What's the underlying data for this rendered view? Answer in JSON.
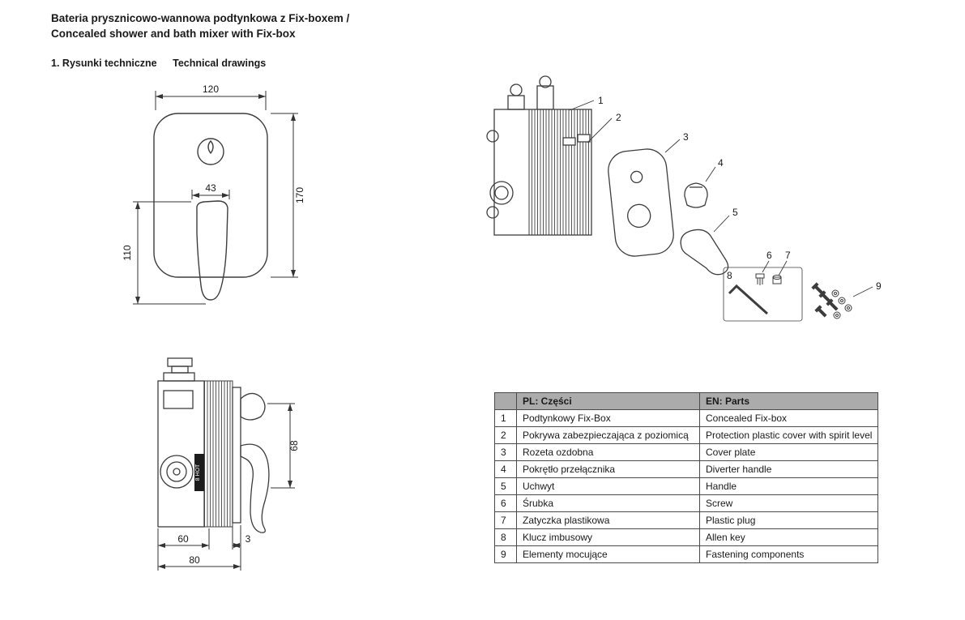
{
  "document": {
    "title_pl": "Bateria prysznicowo-wannowa podtynkowa z Fix-boxem /",
    "title_en": "Concealed shower and bath mixer with Fix-box",
    "section_no": "1.",
    "section_pl": "Rysunki techniczne",
    "section_en": "Technical drawings"
  },
  "front_view": {
    "dim_top": "120",
    "dim_right": "170",
    "dim_handle_width": "43",
    "dim_handle_length": "110"
  },
  "side_view": {
    "dim_height": "68",
    "dim_body_depth": "60",
    "dim_plate_thickness": "3",
    "dim_total_depth": "80",
    "hot_label": "8 HOT"
  },
  "exploded_view": {
    "callouts": [
      "1",
      "2",
      "3",
      "4",
      "5",
      "6",
      "7",
      "8",
      "9"
    ]
  },
  "parts_table": {
    "header_no": "",
    "header_pl": "PL: Części",
    "header_en": "EN: Parts",
    "rows": [
      {
        "no": "1",
        "pl": "Podtynkowy Fix-Box",
        "en": "Concealed Fix-box"
      },
      {
        "no": "2",
        "pl": "Pokrywa zabezpieczająca z poziomicą",
        "en": "Protection plastic cover with spirit level"
      },
      {
        "no": "3",
        "pl": "Rozeta ozdobna",
        "en": "Cover plate"
      },
      {
        "no": "4",
        "pl": "Pokrętło przełącznika",
        "en": "Diverter handle"
      },
      {
        "no": "5",
        "pl": "Uchwyt",
        "en": "Handle"
      },
      {
        "no": "6",
        "pl": "Śrubka",
        "en": "Screw"
      },
      {
        "no": "7",
        "pl": "Zatyczka plastikowa",
        "en": "Plastic plug"
      },
      {
        "no": "8",
        "pl": "Klucz imbusowy",
        "en": "Allen key"
      },
      {
        "no": "9",
        "pl": "Elementy mocujące",
        "en": "Fastening components"
      }
    ]
  },
  "colors": {
    "background": "#ffffff",
    "text": "#1a1a1a",
    "line": "#3d3d3d",
    "table_header_bg": "#ababab",
    "table_border": "#4a4a4a"
  }
}
